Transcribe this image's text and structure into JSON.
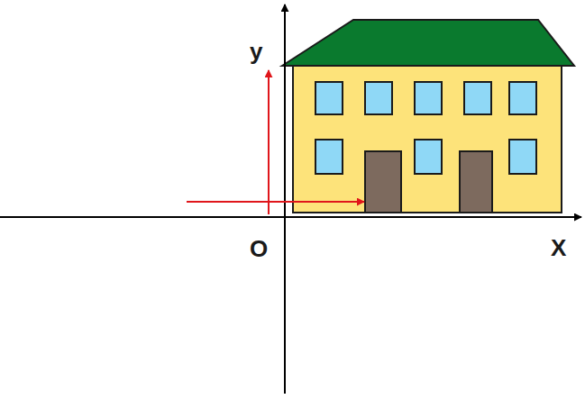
{
  "diagram": {
    "labels": [
      "y",
      "O",
      "X"
    ]
  }
}
